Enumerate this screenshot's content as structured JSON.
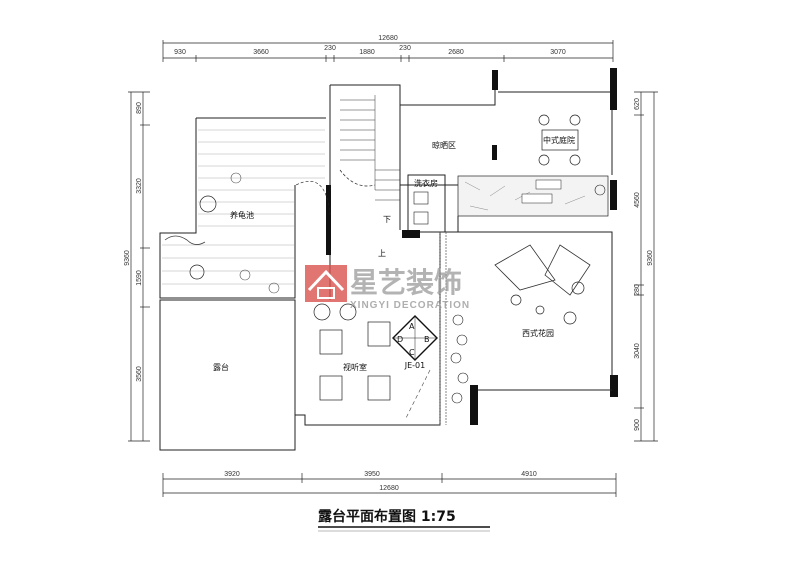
{
  "plan_title": "露台平面布置图 1:75",
  "watermark": {
    "brand": "星艺装饰",
    "brand_en": "XINGYI DECORATION",
    "color": "#d9534f"
  },
  "dimensions": {
    "top_total": "12680",
    "top": [
      "930",
      "3660",
      "230",
      "1880",
      "230",
      "2680",
      "3070"
    ],
    "left_total": "9360",
    "left": [
      "890",
      "3320",
      "1590",
      "3560"
    ],
    "right_total": "9360",
    "right": [
      "620",
      "4560",
      "280",
      "3040",
      "900"
    ],
    "bottom": [
      "3920",
      "3950",
      "4910"
    ],
    "bottom_total": "12680"
  },
  "rooms": {
    "drying": "晾晒区",
    "chinese_courtyard": "中式庭院",
    "laundry": "洗衣房",
    "turtle_pond": "养龟池",
    "terrace": "露台",
    "western_garden": "西式花园",
    "av_room": "视听室"
  },
  "marks": {
    "up": "上",
    "down": "下",
    "a": "A",
    "b": "B",
    "c": "C",
    "d": "D",
    "ref": "JE-01"
  }
}
